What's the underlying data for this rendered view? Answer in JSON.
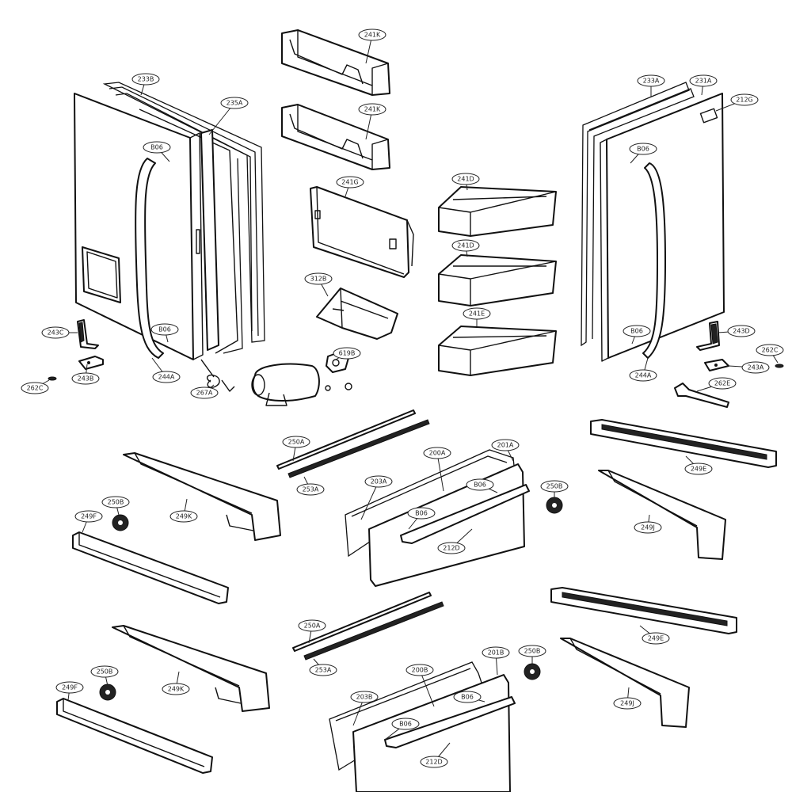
{
  "callouts": [
    {
      "label": "241K"
    },
    {
      "label": "241K"
    },
    {
      "label": "233B"
    },
    {
      "label": "235A"
    },
    {
      "label": "B06"
    },
    {
      "label": "241G"
    },
    {
      "label": "241D"
    },
    {
      "label": "241D"
    },
    {
      "label": "312B"
    },
    {
      "label": "241E"
    },
    {
      "label": "619B"
    },
    {
      "label": "243C"
    },
    {
      "label": "B06"
    },
    {
      "label": "244A"
    },
    {
      "label": "243B"
    },
    {
      "label": "262C"
    },
    {
      "label": "267A"
    },
    {
      "label": "233A"
    },
    {
      "label": "231A"
    },
    {
      "label": "212G"
    },
    {
      "label": "B06"
    },
    {
      "label": "B06"
    },
    {
      "label": "243D"
    },
    {
      "label": "262C"
    },
    {
      "label": "243A"
    },
    {
      "label": "244A"
    },
    {
      "label": "262E"
    },
    {
      "label": "250A"
    },
    {
      "label": "253A"
    },
    {
      "label": "200A"
    },
    {
      "label": "201A"
    },
    {
      "label": "203A"
    },
    {
      "label": "B06"
    },
    {
      "label": "B06"
    },
    {
      "label": "212D"
    },
    {
      "label": "250B"
    },
    {
      "label": "249E"
    },
    {
      "label": "249J"
    },
    {
      "label": "249K"
    },
    {
      "label": "250B"
    },
    {
      "label": "249F"
    },
    {
      "label": "250A"
    },
    {
      "label": "253A"
    },
    {
      "label": "249E"
    },
    {
      "label": "249J"
    },
    {
      "label": "250B"
    },
    {
      "label": "249K"
    },
    {
      "label": "249F"
    },
    {
      "label": "200B"
    },
    {
      "label": "201B"
    },
    {
      "label": "203B"
    },
    {
      "label": "B06"
    },
    {
      "label": "B06"
    },
    {
      "label": "212D"
    },
    {
      "label": "250B"
    }
  ],
  "parts": [
    {
      "name": "door-bin-241k-top"
    },
    {
      "name": "door-bin-241k-lower"
    },
    {
      "name": "left-door-assembly"
    },
    {
      "name": "door-hinge-mullion-235a"
    },
    {
      "name": "door-divider-241g"
    },
    {
      "name": "door-bin-241d-upper"
    },
    {
      "name": "door-bin-241d-lower"
    },
    {
      "name": "door-bin-241e"
    },
    {
      "name": "dispenser-housing-312b"
    },
    {
      "name": "water-valve-619b"
    },
    {
      "name": "water-filter-housing"
    },
    {
      "name": "right-door-assembly"
    },
    {
      "name": "freezer-drawer-upper"
    },
    {
      "name": "freezer-drawer-lower"
    },
    {
      "name": "drawer-rail-left-upper"
    },
    {
      "name": "drawer-rail-right-upper"
    },
    {
      "name": "drawer-rail-left-lower"
    },
    {
      "name": "drawer-rail-right-lower"
    },
    {
      "name": "slide-249f-upper"
    },
    {
      "name": "slide-249f-lower"
    },
    {
      "name": "slide-249e-upper"
    },
    {
      "name": "slide-249e-lower"
    },
    {
      "name": "gear-250b"
    },
    {
      "name": "rail-strip-250a-253a"
    }
  ]
}
